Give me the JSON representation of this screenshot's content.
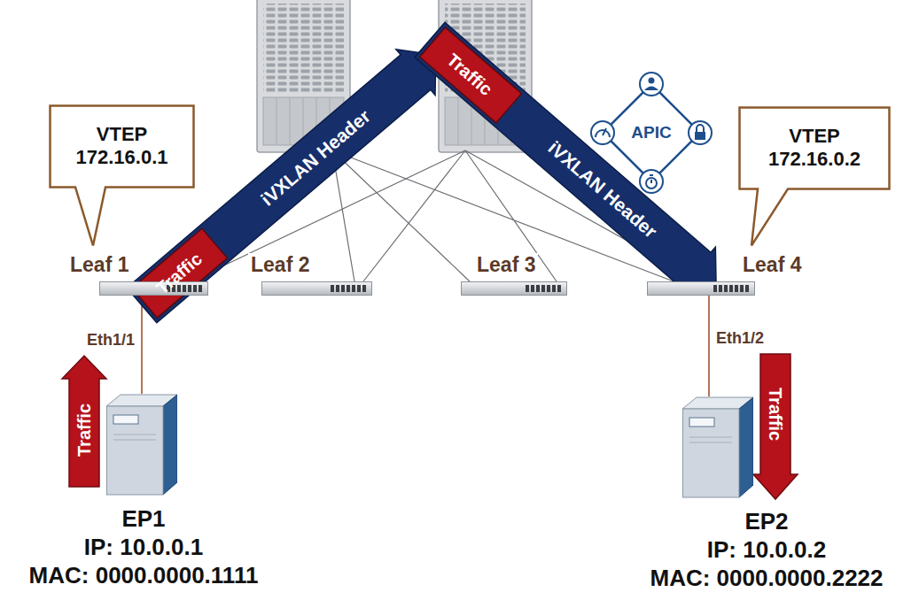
{
  "diagram": {
    "nodes": [
      {
        "text": [
          "VTEP 172.16.0.1"
        ]
      },
      {
        "text": [
          "APIC"
        ]
      },
      {
        "text": [
          "VTEP 172.16.0.2"
        ]
      },
      {
        "text": [
          "Leaf 1"
        ]
      },
      {
        "text": [
          "Leaf 2"
        ]
      },
      {
        "text": [
          "Leaf 3"
        ]
      },
      {
        "text": [
          "Leaf 4"
        ]
      },
      {
        "text": [
          "EP1",
          "IP: 10.0.0.1",
          "MAC: 0000.0000.1111"
        ]
      },
      {
        "text": [
          "EP2",
          "IP: 10.0.0.2",
          "MAC: 0000.0000.2222"
        ]
      }
    ],
    "edges": [
      {
        "from": 3,
        "to": 7,
        "arrow": "none",
        "label": "Eth1/1"
      },
      {
        "from": 6,
        "to": 8,
        "arrow": "none",
        "label": "Eth1/2"
      }
    ],
    "labels": [
      "Traffic",
      "iVXLAN Header",
      "Traffic",
      "iVXLAN Header",
      "Traffic",
      "Traffic"
    ]
  }
}
